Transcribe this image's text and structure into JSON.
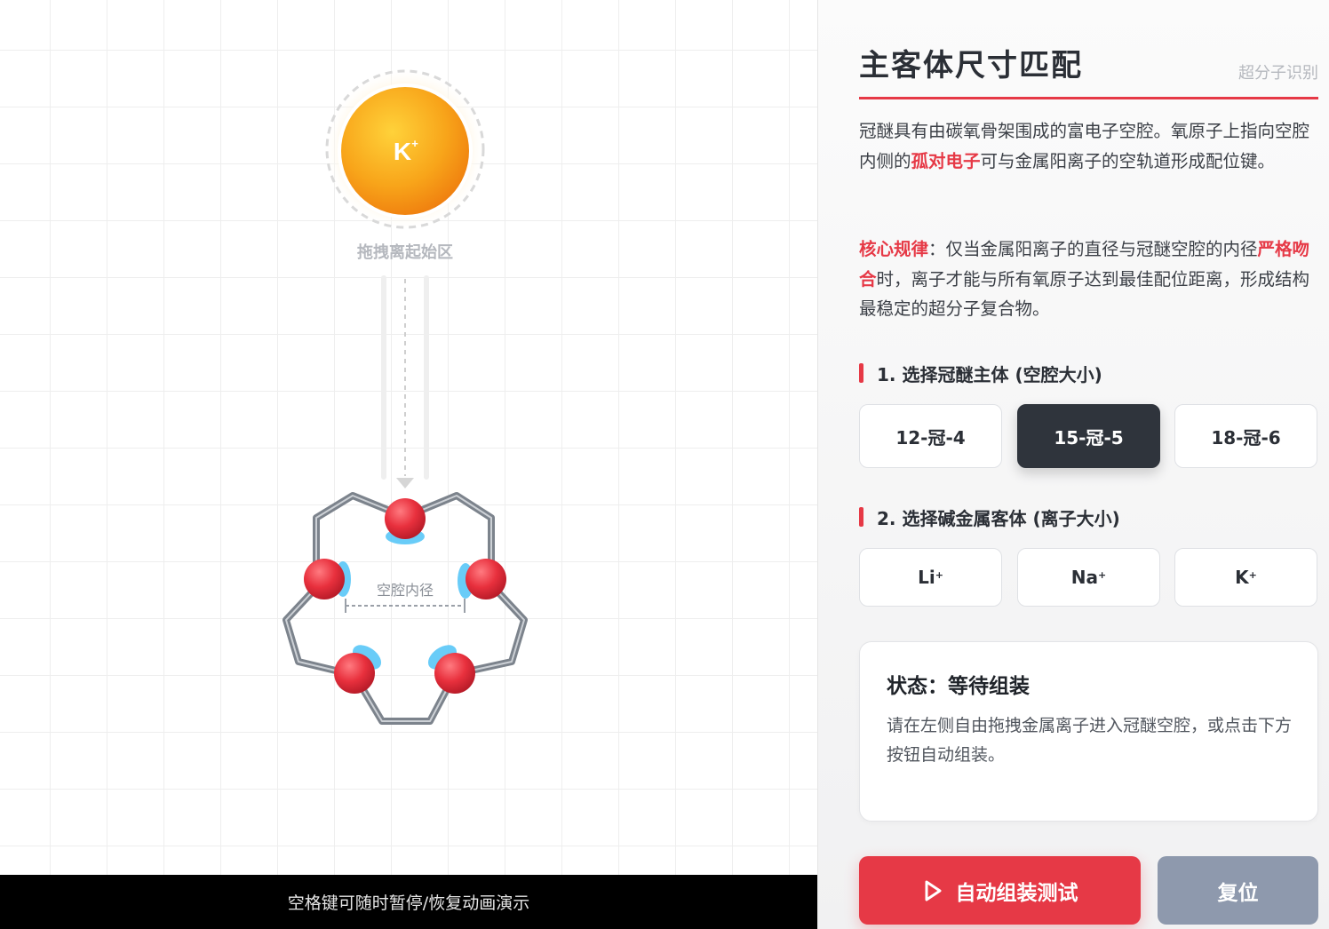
{
  "stage": {
    "ion_label": "K",
    "ion_charge": "+",
    "start_zone_label": "拖拽离起始区",
    "cavity_label": "空腔内径",
    "hint": "空格键可随时暂停/恢复动画演示"
  },
  "panel": {
    "title": "主客体尺寸匹配",
    "subtitle": "超分子识别",
    "intro": {
      "part1": "冠醚具有由碳氧骨架围成的富电子空腔。氧原子上指向空腔内侧的",
      "highlight": "孤对电子",
      "part2": "可与金属阳离子的空轨道形成配位键。"
    },
    "rule": {
      "label": "核心规律",
      "part1": "：仅当金属阳离子的直径与冠醚空腔的内径",
      "highlight": "严格吻合",
      "part2": "时，离子才能与所有氧原子达到最佳配位距离，形成结构最稳定的超分子复合物。"
    },
    "section1": "1. 选择冠醚主体 (空腔大小)",
    "hosts": [
      {
        "label": "12-冠-4",
        "active": false
      },
      {
        "label": "15-冠-5",
        "active": true
      },
      {
        "label": "18-冠-6",
        "active": false
      }
    ],
    "section2": "2. 选择碱金属客体 (离子大小)",
    "guests": [
      {
        "label": "Li",
        "charge": "+"
      },
      {
        "label": "Na",
        "charge": "+"
      },
      {
        "label": "K",
        "charge": "+"
      }
    ],
    "status": {
      "title": "状态：等待组装",
      "desc": "请在左侧自由拖拽金属离子进入冠醚空腔，或点击下方按钮自动组装。"
    },
    "auto_button": "自动组装测试",
    "reset_button": "复位"
  },
  "colors": {
    "accent": "#e63946",
    "ion": "#f7a21b",
    "oxygen": "#e0303d",
    "lone_pair": "#4fc3f7",
    "active_button": "#2f343c",
    "reset_button": "#8e99ad"
  }
}
